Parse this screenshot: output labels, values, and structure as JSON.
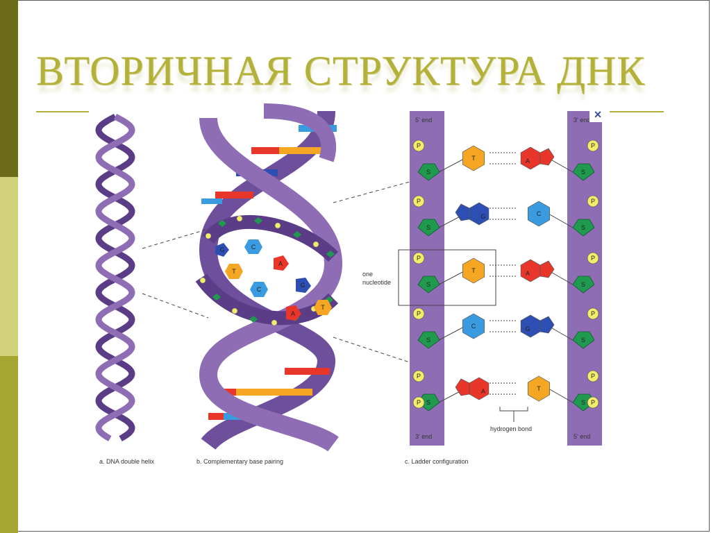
{
  "slide": {
    "title": "ВТОРИЧНАЯ СТРУКТУРА ДНК",
    "close_symbol": "×"
  },
  "captions": {
    "a": "a. DNA double helix",
    "b": "b. Complementary base pairing",
    "c": "c. Ladder configuration"
  },
  "ladder": {
    "five_end_top": "5' end",
    "three_end_top": "3' end",
    "three_end_bottom": "3' end",
    "five_end_bottom": "5' end",
    "one_nucleotide_line1": "one",
    "one_nucleotide_line2": "nucleotide",
    "hydrogen_bond": "hydrogen bond",
    "phosphate": "P",
    "sugar": "S",
    "pairs": [
      {
        "left": "T",
        "right": "A"
      },
      {
        "left": "G",
        "right": "C"
      },
      {
        "left": "T",
        "right": "A"
      },
      {
        "left": "C",
        "right": "G"
      },
      {
        "left": "A",
        "right": "T"
      }
    ]
  },
  "pairing": {
    "bases": [
      "G",
      "C",
      "T",
      "A",
      "C",
      "G",
      "A",
      "T"
    ]
  },
  "colors": {
    "theme_olive": "#b3b13a",
    "strand_purple": "#8e6db5",
    "strand_dark": "#5b3c86",
    "adenine_red": "#e8362a",
    "thymine_orange": "#f5a623",
    "guanine_blue": "#2d4fb3",
    "cytosine_lightblue": "#3a9be0",
    "sugar_green": "#1f9a4f",
    "phosphate_yellow": "#f4ec6a"
  }
}
